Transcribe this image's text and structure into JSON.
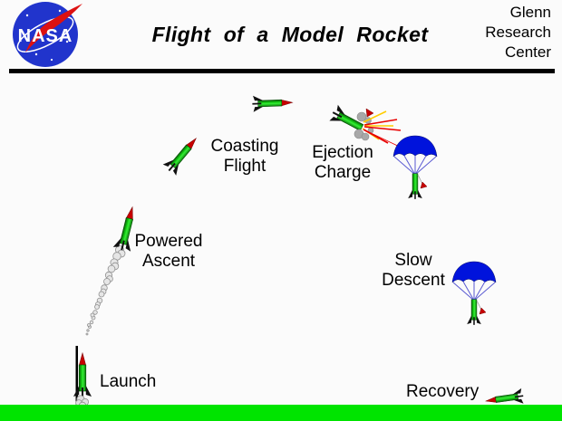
{
  "header": {
    "logo_text": "NASA",
    "title": "Flight of a Model Rocket",
    "org_lines": [
      "Glenn",
      "Research",
      "Center"
    ]
  },
  "diagram": {
    "stages": [
      {
        "id": "launch",
        "label": "Launch"
      },
      {
        "id": "powered-ascent",
        "label": "Powered\nAscent"
      },
      {
        "id": "coasting-flight",
        "label": "Coasting\nFlight"
      },
      {
        "id": "ejection-charge",
        "label": "Ejection\nCharge"
      },
      {
        "id": "slow-descent",
        "label": "Slow\nDescent"
      },
      {
        "id": "recovery",
        "label": "Recovery"
      }
    ],
    "colors": {
      "rocket_body_green": "#13c913",
      "nose_cone_red": "#c80000",
      "fins_black": "#111111",
      "parachute_blue": "#0013dc",
      "shroud_line_blue": "#5a5ad2",
      "ground_green": "#00e400",
      "smoke_gray": "#aaaaaa",
      "explosion_red": "#e80000",
      "explosion_yellow": "#ffcc00",
      "nasa_blue": "#2134cc",
      "nasa_red": "#dd1111"
    }
  }
}
